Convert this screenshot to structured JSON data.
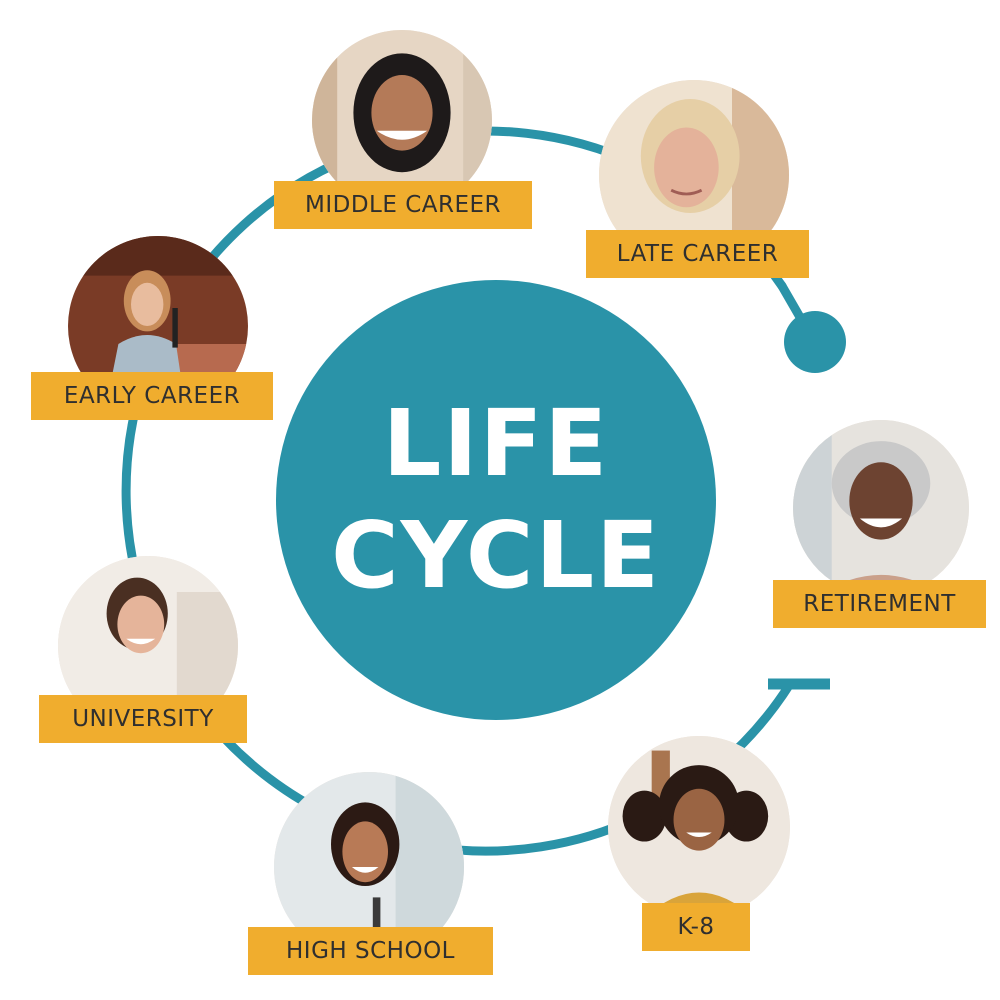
{
  "center": {
    "line1": "LIFE",
    "line2": "CYCLE"
  },
  "stages": [
    {
      "label": "K-8",
      "icon": "child-photo"
    },
    {
      "label": "HIGH SCHOOL",
      "icon": "teen-photo"
    },
    {
      "label": "UNIVERSITY",
      "icon": "student-photo"
    },
    {
      "label": "EARLY CAREER",
      "icon": "speaker-photo"
    },
    {
      "label": "MIDDLE CAREER",
      "icon": "woman-photo"
    },
    {
      "label": "LATE CAREER",
      "icon": "older-woman-photo"
    },
    {
      "label": "RETIREMENT",
      "icon": "senior-woman-photo"
    }
  ],
  "colors": {
    "ring": "#2a93a8",
    "center": "#2a93a8",
    "label_bg": "#f0ad2e",
    "label_text": "#2f2f2f",
    "center_text": "#ffffff"
  }
}
